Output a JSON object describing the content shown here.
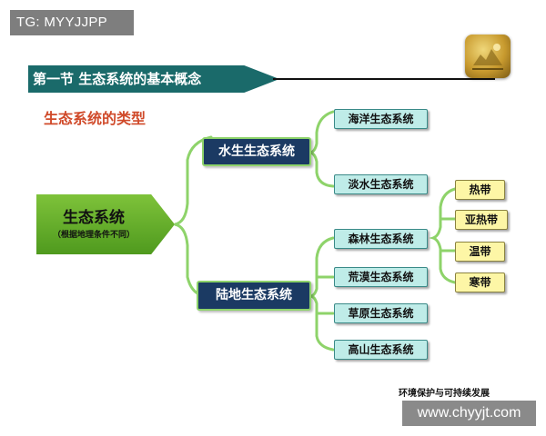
{
  "watermarks": {
    "telegram": "TG: MYYJJPP",
    "site": "www.chyyjt.com"
  },
  "header": {
    "section_title": "第一节  生态系统的基本概念"
  },
  "subtitle": "生态系统的类型",
  "diagram": {
    "root": {
      "label": "生态系统",
      "sublabel": "（根据地理条件不同）"
    },
    "branches": [
      {
        "label": "水生生态系统",
        "children": [
          {
            "label": "海洋生态系统"
          },
          {
            "label": "淡水生态系统"
          }
        ]
      },
      {
        "label": "陆地生态系统",
        "children": [
          {
            "label": "森林生态系统",
            "children": [
              {
                "label": "热带"
              },
              {
                "label": "亚热带"
              },
              {
                "label": "温带"
              },
              {
                "label": "寒带"
              }
            ]
          },
          {
            "label": "荒漠生态系统"
          },
          {
            "label": "草原生态系统"
          },
          {
            "label": "高山生态系统"
          }
        ]
      }
    ]
  },
  "footer": "环境保护与可持续发展",
  "colors": {
    "banner": "#1a6a6a",
    "root_fill": "#6ab22e",
    "branch_fill": "#1b3a63",
    "connector": "#8ed36a",
    "leaf_fill": "#bfece8",
    "forest_sub_fill": "#fdf6a6",
    "subtitle_text": "#d04a2a"
  }
}
